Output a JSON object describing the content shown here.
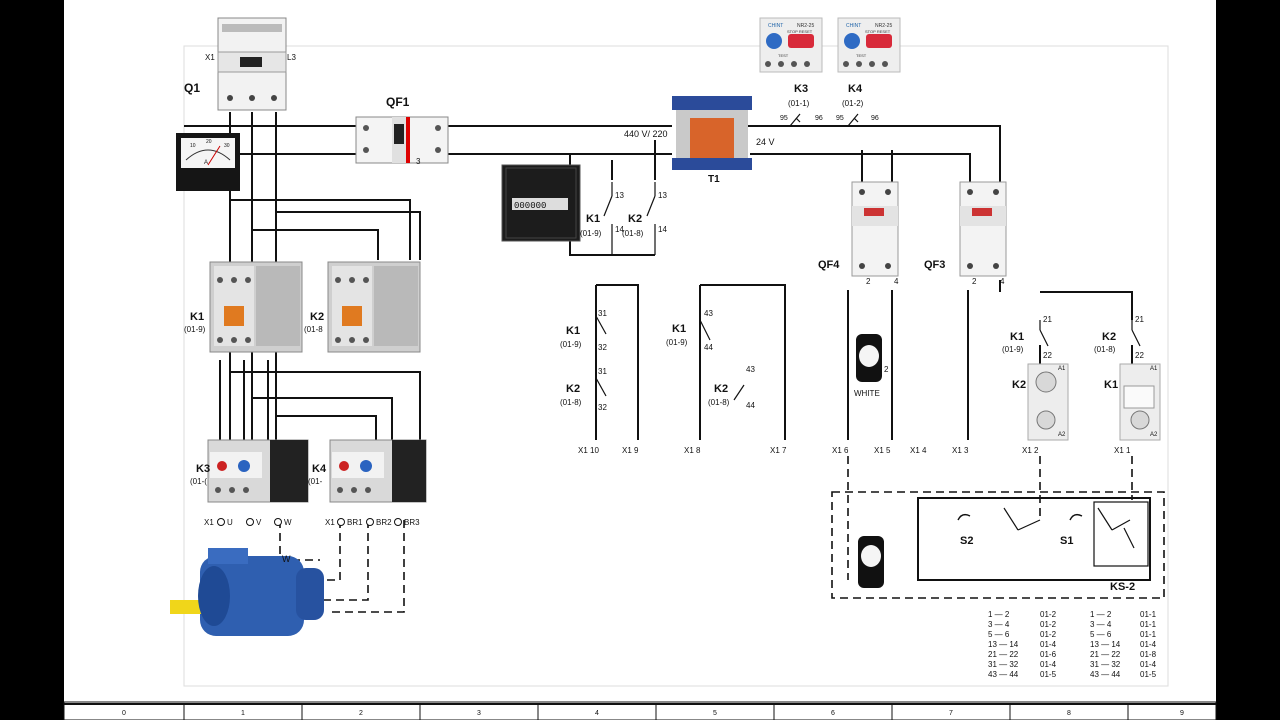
{
  "components": {
    "q1": {
      "name": "Q1",
      "x1": "X1",
      "l3": "L3"
    },
    "qf1": {
      "name": "QF1",
      "pin": "3"
    },
    "t1": {
      "name": "T1",
      "primary": "440 V/ 220",
      "secondary": "24 V"
    },
    "k1": {
      "name": "K1",
      "ref": "(01-9)"
    },
    "k2": {
      "name": "K2",
      "ref": "(01-8)",
      "ref_cut": "(01-8"
    },
    "k3": {
      "name": "K3",
      "ref": "(01-1)",
      "ref_cut": "(01-("
    },
    "k4": {
      "name": "K4",
      "ref": "(01-2)",
      "ref_cut": "(01-"
    },
    "qf3": {
      "name": "QF3"
    },
    "qf4": {
      "name": "QF4"
    },
    "lamp": {
      "label": "WHITE"
    },
    "s1": {
      "name": "S1"
    },
    "s2": {
      "name": "S2"
    },
    "ks2": {
      "name": "KS-2"
    }
  },
  "relay_labels": {
    "brand": "CHINT",
    "model": "NR2-25",
    "buttons": "STOP RESET",
    "test": "TEST"
  },
  "pins": {
    "n13": "13",
    "n14": "14",
    "n31": "31",
    "n32": "32",
    "n43": "43",
    "n44": "44",
    "n21": "21",
    "n22": "22",
    "n95": "95",
    "n96": "96",
    "n2": "2",
    "n4": "4",
    "a1": "A1",
    "a2": "A2"
  },
  "terminals": [
    "X1 10",
    "X1 9",
    "X1 8",
    "X1 7",
    "X1 6",
    "X1 5",
    "X1 4",
    "X1 3",
    "X1 2",
    "X1 1"
  ],
  "terminal_parts": {
    "x1": "X1",
    "u": "U",
    "v": "V",
    "w": "W",
    "br1": "BR1",
    "br2": "BR2",
    "br3": "BR3",
    "w_motor": "W"
  },
  "meter": {
    "scale": [
      "10",
      "20",
      "30"
    ],
    "unit": "A"
  },
  "counter": {
    "digits": "000000"
  },
  "contact_table_left": [
    {
      "pins": "1 — 2",
      "ref": "01-2"
    },
    {
      "pins": "3 — 4",
      "ref": "01-2"
    },
    {
      "pins": "5 — 6",
      "ref": "01-2"
    },
    {
      "pins": "13 — 14",
      "ref": "01-4"
    },
    {
      "pins": "21 — 22",
      "ref": "01-6"
    },
    {
      "pins": "31 — 32",
      "ref": "01-4"
    },
    {
      "pins": "43 — 44",
      "ref": "01-5"
    }
  ],
  "contact_table_right": [
    {
      "pins": "1 — 2",
      "ref": "01-1"
    },
    {
      "pins": "3 — 4",
      "ref": "01-1"
    },
    {
      "pins": "5 — 6",
      "ref": "01-1"
    },
    {
      "pins": "13 — 14",
      "ref": "01-4"
    },
    {
      "pins": "21 — 22",
      "ref": "01-8"
    },
    {
      "pins": "31 — 32",
      "ref": "01-4"
    },
    {
      "pins": "43 — 44",
      "ref": "01-5"
    }
  ],
  "ruler": [
    "0",
    "1",
    "2",
    "3",
    "4",
    "5",
    "6",
    "7",
    "8",
    "9"
  ]
}
